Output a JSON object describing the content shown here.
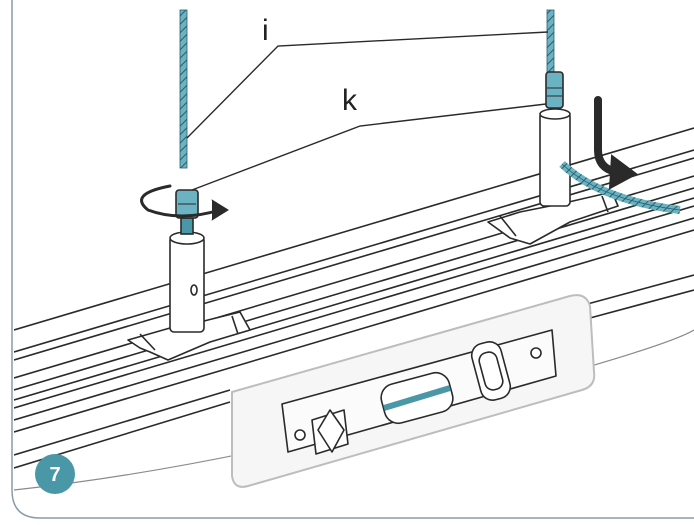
{
  "labels": {
    "cable": "i",
    "nut": "k"
  },
  "step": {
    "number": "7"
  },
  "colors": {
    "accent": "#4a97a8",
    "cable": "#6bb3c3",
    "frame": "#8a9ba3",
    "line": "#2a2a2a",
    "shadow": "#e6e6e6"
  },
  "icons": {
    "rotate": "rotate-arrow-icon",
    "down": "curved-down-arrow-icon"
  }
}
